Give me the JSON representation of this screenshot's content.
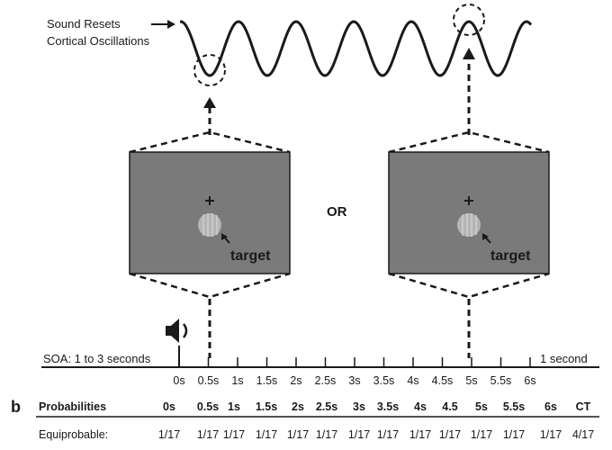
{
  "annotations": {
    "sound_resets_line1": "Sound Resets",
    "sound_resets_line2": "Cortical Oscillations",
    "or_label": "OR",
    "target_label": "target",
    "soa_label": "SOA: 1 to 3 seconds",
    "one_second_label": "1 second"
  },
  "timeline": {
    "ticks": [
      "0s",
      "0.5s",
      "1s",
      "1.5s",
      "2s",
      "2.5s",
      "3s",
      "3.5s",
      "4s",
      "4.5s",
      "5s",
      "5.5s",
      "6s"
    ]
  },
  "icons": {
    "speaker": "speaker-icon",
    "fixation": "fixation-cross-icon",
    "grating": "grating-stimulus-icon"
  },
  "panel_b": {
    "label": "b",
    "headers": [
      "Probabilities",
      "0s",
      "0.5s",
      "1s",
      "1.5s",
      "2s",
      "2.5s",
      "3s",
      "3.5s",
      "4s",
      "4.5",
      "5s",
      "5.5s",
      "6s",
      "CT"
    ],
    "rows": [
      {
        "label": "Equiprobable:",
        "cells": [
          "1/17",
          "1/17",
          "1/17",
          "1/17",
          "1/17",
          "1/17",
          "1/17",
          "1/17",
          "1/17",
          "1/17",
          "1/17",
          "1/17",
          "1/17",
          "4/17"
        ]
      }
    ]
  },
  "colors": {
    "panel_fill": "#7a7a7a",
    "grating_fill": "#b5b5b5",
    "ink": "#1a1a1a"
  }
}
